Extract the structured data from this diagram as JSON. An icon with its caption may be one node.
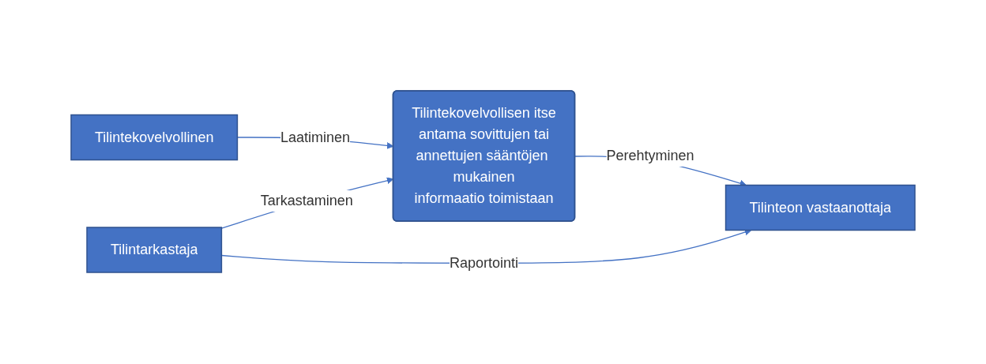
{
  "diagram": {
    "nodes": [
      {
        "text": [
          "Tilintekovelvollinen"
        ]
      },
      {
        "text": [
          "Tilintekovelvollisen itse antama sovittujen tai annettujen sääntöjen mukainen informaatio toimistaan"
        ]
      },
      {
        "text": [
          "Tilinteon vastaanottaja"
        ]
      },
      {
        "text": [
          "Tilintarkastaja"
        ]
      }
    ],
    "edges": [
      {
        "from": 0,
        "to": 1,
        "arrow": "to",
        "label": "Laatiminen"
      },
      {
        "from": 1,
        "to": 2,
        "arrow": "to",
        "label": "Perehtyminen"
      },
      {
        "from": 3,
        "to": 1,
        "arrow": "to",
        "label": "Tarkastaminen"
      },
      {
        "from": 3,
        "to": 2,
        "arrow": "to",
        "label": "Raportointi"
      }
    ]
  }
}
